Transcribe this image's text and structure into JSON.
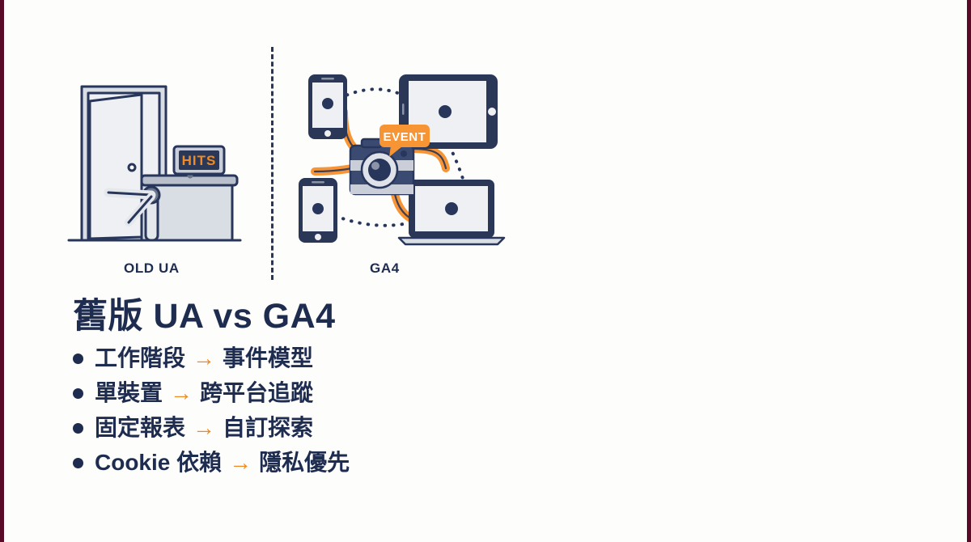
{
  "slide": {
    "border_color": "#5a0a26",
    "background_color": "#fdfdfc",
    "navy": "#1e2c50",
    "orange": "#ef8b22"
  },
  "illustration": {
    "divider": "dashed-vertical-line",
    "left": {
      "label": "OLD UA",
      "screen_text": "HITS",
      "scene": "open-door-with-turnstile-and-hit-counter"
    },
    "right": {
      "label": "GA4",
      "badge_text": "EVENT",
      "scene": "multi-device-event-tracking",
      "devices": [
        "phone",
        "tablet",
        "phone",
        "laptop",
        "camera"
      ]
    }
  },
  "content": {
    "title": "舊版 UA vs GA4",
    "bullets": [
      {
        "from": "工作階段",
        "arrow": "→",
        "to": "事件模型"
      },
      {
        "from": "單裝置",
        "arrow": "→",
        "to": "跨平台追蹤"
      },
      {
        "from": "固定報表",
        "arrow": "→",
        "to": "自訂探索"
      },
      {
        "from": "Cookie 依賴",
        "arrow": "→",
        "to": "隱私優先"
      }
    ]
  }
}
